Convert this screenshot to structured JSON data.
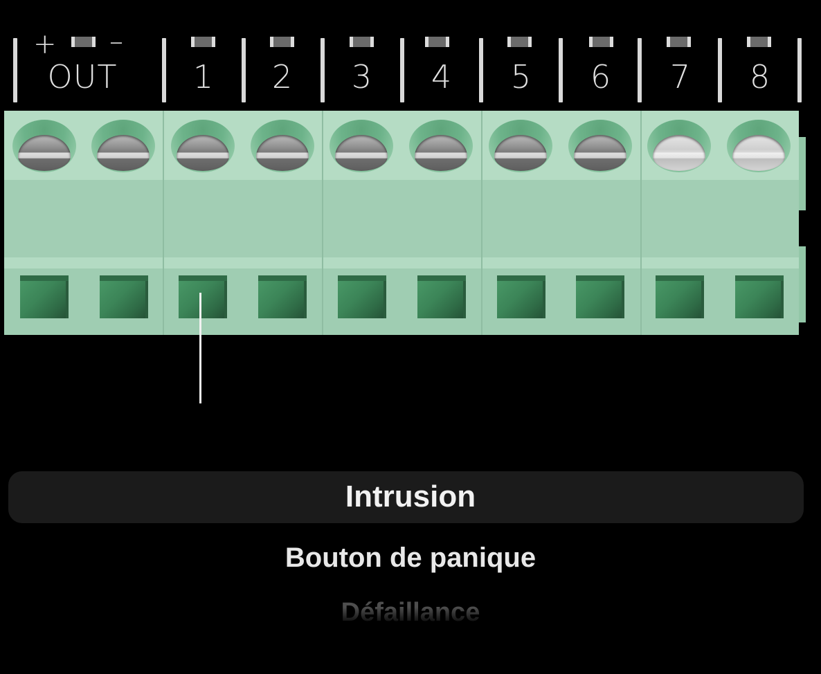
{
  "terminal_labels": {
    "out": {
      "label": "OUT",
      "plus": "+",
      "minus": "–"
    },
    "inputs": [
      "1",
      "2",
      "3",
      "4",
      "5",
      "6",
      "7",
      "8"
    ]
  },
  "terminal_block": {
    "color": "#a3cfb5",
    "module_count": 5,
    "screw_count": 10,
    "socket_count": 10,
    "selected_terminal": "1"
  },
  "picker": {
    "items": [
      {
        "label": "Intrusion",
        "state": "selected"
      },
      {
        "label": "Bouton de panique",
        "state": "normal"
      },
      {
        "label": "Défaillance",
        "state": "faded"
      }
    ],
    "selected_background": "#1b1b1b"
  }
}
